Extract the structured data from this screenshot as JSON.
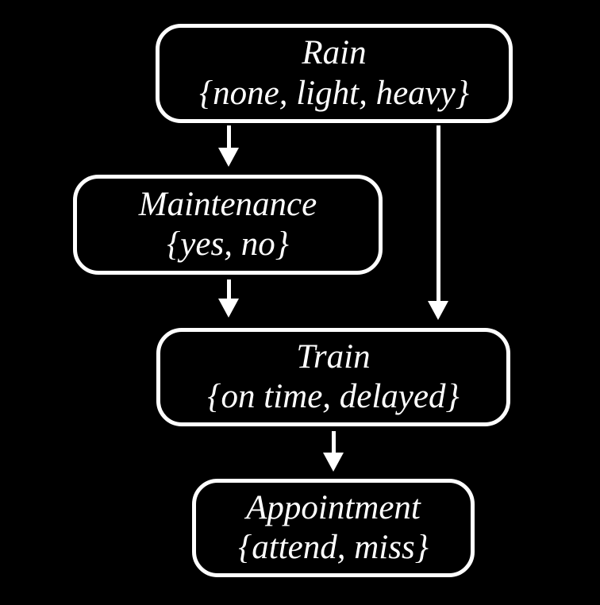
{
  "colors": {
    "background": "#000000",
    "node_border": "#ffffff",
    "text": "#ffffff",
    "arrow": "#ffffff"
  },
  "nodes": [
    {
      "id": "rain",
      "name": "Rain",
      "domain": "{none, light, heavy}"
    },
    {
      "id": "maintenance",
      "name": "Maintenance",
      "domain": "{yes, no}"
    },
    {
      "id": "train",
      "name": "Train",
      "domain": "{on time, delayed}"
    },
    {
      "id": "appointment",
      "name": "Appointment",
      "domain": "{attend, miss}"
    }
  ],
  "edges": [
    {
      "from": "rain",
      "to": "maintenance"
    },
    {
      "from": "rain",
      "to": "train"
    },
    {
      "from": "maintenance",
      "to": "train"
    },
    {
      "from": "train",
      "to": "appointment"
    }
  ]
}
